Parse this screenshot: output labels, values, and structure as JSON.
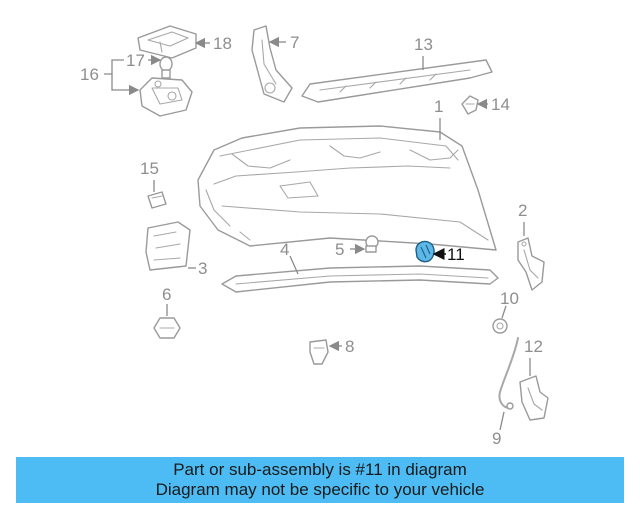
{
  "diagram": {
    "highlight_color": "#5cb8e8",
    "callouts": {
      "c1": "1",
      "c2": "2",
      "c3": "3",
      "c4": "4",
      "c5": "5",
      "c6": "6",
      "c7": "7",
      "c8": "8",
      "c9": "9",
      "c10": "10",
      "c11": "11",
      "c12": "12",
      "c13": "13",
      "c14": "14",
      "c15": "15",
      "c16": "16",
      "c17": "17",
      "c18": "18"
    },
    "highlighted_part": "11"
  },
  "banner": {
    "line1": "Part or sub-assembly is #11 in diagram",
    "line2": "Diagram may not be specific to your vehicle",
    "background": "#4dbcf4"
  }
}
